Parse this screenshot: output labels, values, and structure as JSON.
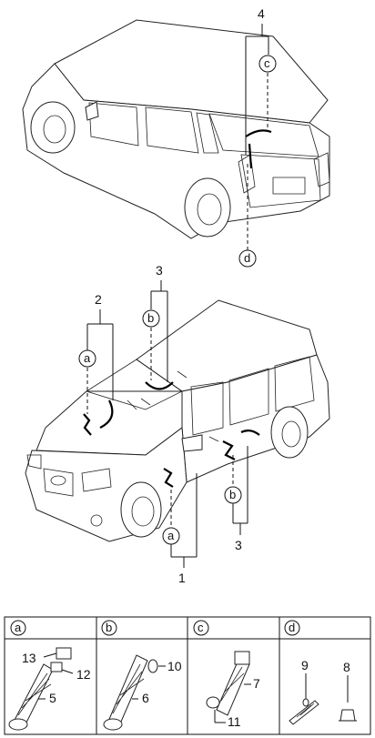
{
  "callouts": {
    "upper_part_number": "4",
    "upper_circle_c": "c",
    "upper_circle_d": "d",
    "lower_part_2": "2",
    "lower_part_3_top": "3",
    "lower_circle_a_top": "a",
    "lower_circle_b_top": "b",
    "lower_circle_b_side": "b",
    "lower_part_3_side": "3",
    "lower_circle_a_bottom": "a",
    "lower_part_1": "1"
  },
  "detail_table": {
    "headers": [
      "a",
      "b",
      "c",
      "d"
    ],
    "panel_a": {
      "labels": [
        "13",
        "12",
        "5"
      ]
    },
    "panel_b": {
      "labels": [
        "10",
        "6"
      ]
    },
    "panel_c": {
      "labels": [
        "7",
        "11"
      ]
    },
    "panel_d": {
      "labels": [
        "9",
        "8"
      ]
    }
  },
  "colors": {
    "line": "#111111",
    "background": "#ffffff"
  }
}
